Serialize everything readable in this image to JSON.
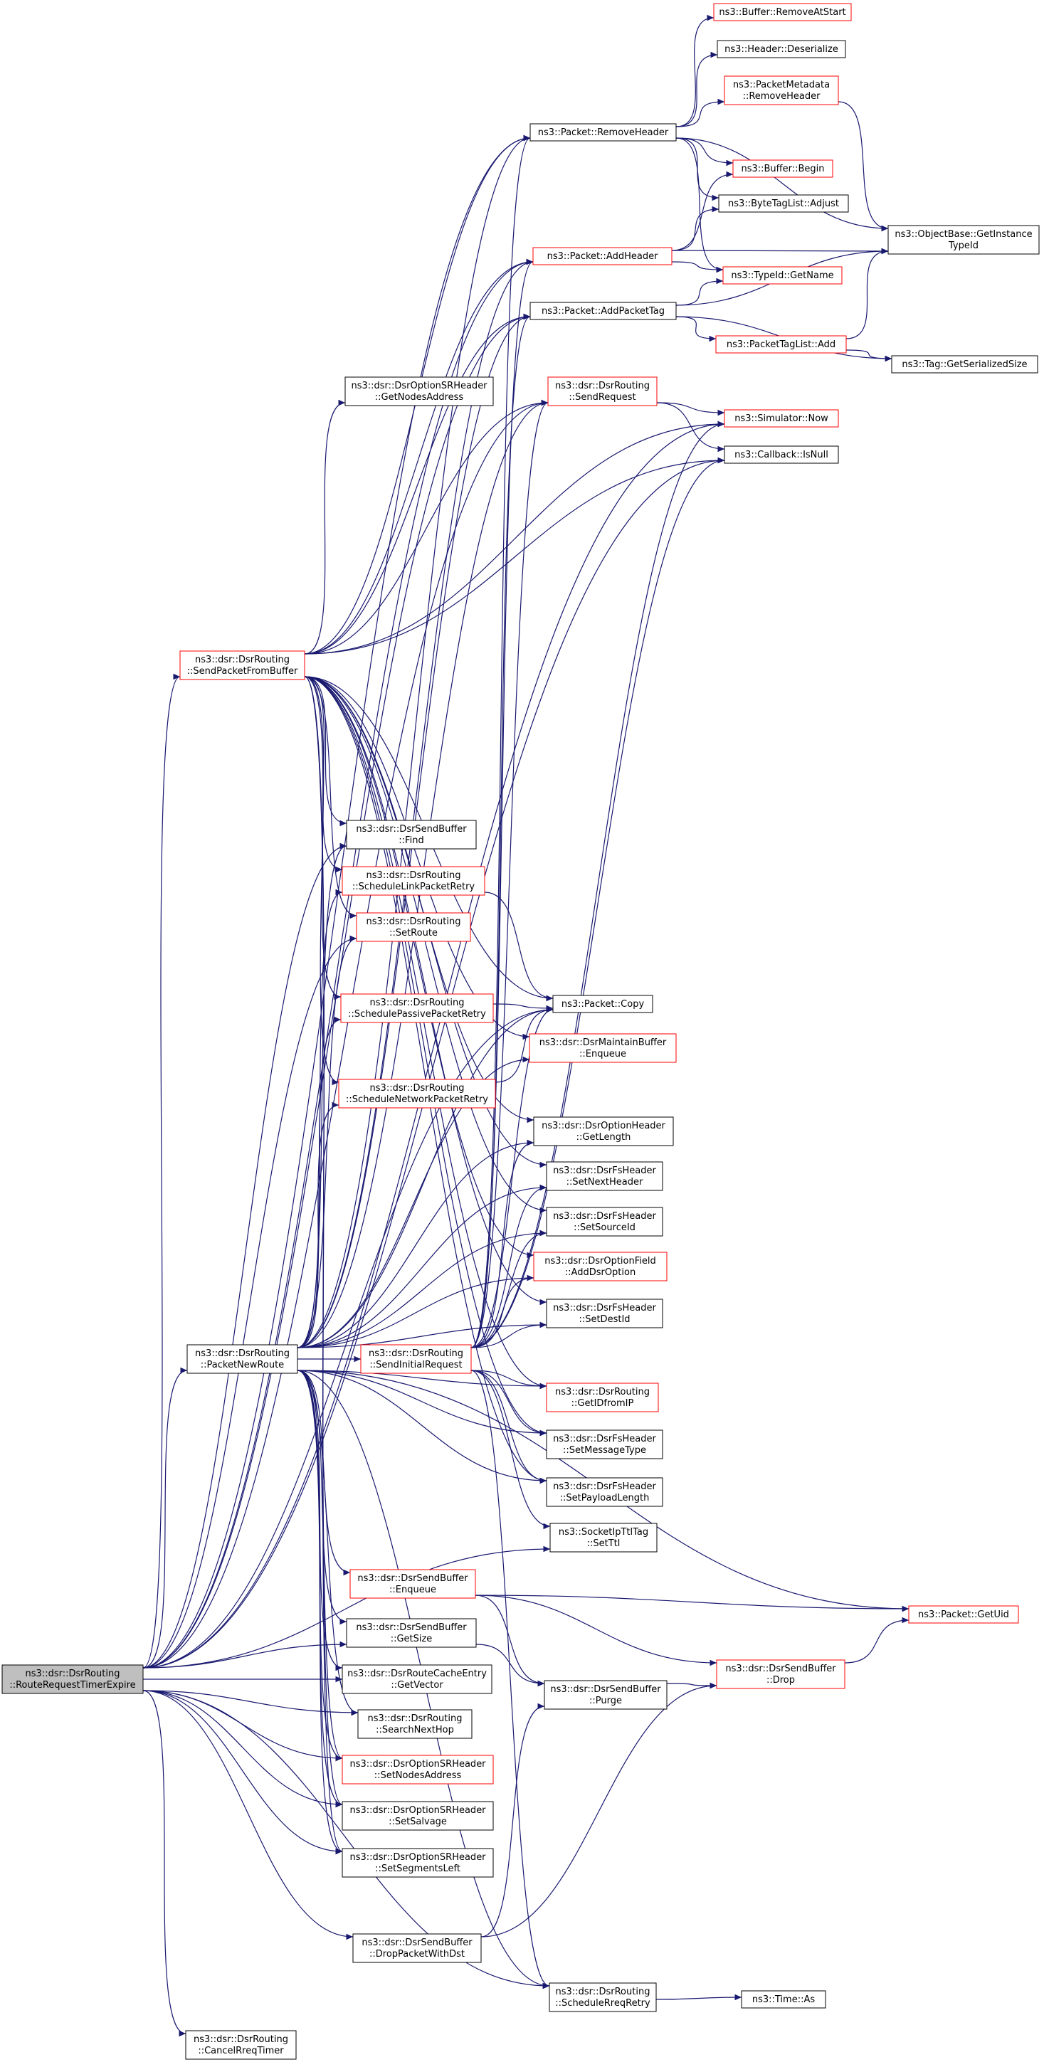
{
  "colors": {
    "edge": "#191970",
    "node_border_default": "#000000",
    "node_border_truncated": "#ff0000",
    "node_fill": "#ffffff",
    "focus_fill": "#bfbfbf"
  },
  "nodes": [
    {
      "id": "rrte",
      "lines": [
        "ns3::dsr::DsrRouting",
        "::RouteRequestTimerExpire"
      ],
      "border": "black",
      "focus": true
    },
    {
      "id": "removeAtStart",
      "lines": [
        "ns3::Buffer::RemoveAtStart"
      ],
      "border": "red"
    },
    {
      "id": "hdrDeserialize",
      "lines": [
        "ns3::Header::Deserialize"
      ],
      "border": "black"
    },
    {
      "id": "pmRemoveHeader",
      "lines": [
        "ns3::PacketMetadata",
        "::RemoveHeader"
      ],
      "border": "red"
    },
    {
      "id": "pktRemoveHeader",
      "lines": [
        "ns3::Packet::RemoveHeader"
      ],
      "border": "black"
    },
    {
      "id": "bufBegin",
      "lines": [
        "ns3::Buffer::Begin"
      ],
      "border": "red"
    },
    {
      "id": "btlAdjust",
      "lines": [
        "ns3::ByteTagList::Adjust"
      ],
      "border": "black"
    },
    {
      "id": "getInstanceTypeId",
      "lines": [
        "ns3::ObjectBase::GetInstance",
        "TypeId"
      ],
      "border": "black"
    },
    {
      "id": "pktAddHeader",
      "lines": [
        "ns3::Packet::AddHeader"
      ],
      "border": "red"
    },
    {
      "id": "typeIdGetName",
      "lines": [
        "ns3::TypeId::GetName"
      ],
      "border": "red"
    },
    {
      "id": "pktAddPacketTag",
      "lines": [
        "ns3::Packet::AddPacketTag"
      ],
      "border": "black"
    },
    {
      "id": "ptlAdd",
      "lines": [
        "ns3::PacketTagList::Add"
      ],
      "border": "red"
    },
    {
      "id": "tagGetSerSize",
      "lines": [
        "ns3::Tag::GetSerializedSize"
      ],
      "border": "black"
    },
    {
      "id": "getNodesAddress",
      "lines": [
        "ns3::dsr::DsrOptionSRHeader",
        "::GetNodesAddress"
      ],
      "border": "black"
    },
    {
      "id": "sendRequest",
      "lines": [
        "ns3::dsr::DsrRouting",
        "::SendRequest"
      ],
      "border": "red"
    },
    {
      "id": "simNow",
      "lines": [
        "ns3::Simulator::Now"
      ],
      "border": "red"
    },
    {
      "id": "cbIsNull",
      "lines": [
        "ns3::Callback::IsNull"
      ],
      "border": "black"
    },
    {
      "id": "sendPktFromBuf",
      "lines": [
        "ns3::dsr::DsrRouting",
        "::SendPacketFromBuffer"
      ],
      "border": "red"
    },
    {
      "id": "sbFind",
      "lines": [
        "ns3::dsr::DsrSendBuffer",
        "::Find"
      ],
      "border": "black"
    },
    {
      "id": "schedLinkRetry",
      "lines": [
        "ns3::dsr::DsrRouting",
        "::ScheduleLinkPacketRetry"
      ],
      "border": "red"
    },
    {
      "id": "setRoute",
      "lines": [
        "ns3::dsr::DsrRouting",
        "::SetRoute"
      ],
      "border": "red"
    },
    {
      "id": "schedPassiveRetry",
      "lines": [
        "ns3::dsr::DsrRouting",
        "::SchedulePassivePacketRetry"
      ],
      "border": "red"
    },
    {
      "id": "pktCopy",
      "lines": [
        "ns3::Packet::Copy"
      ],
      "border": "black"
    },
    {
      "id": "mbEnqueue",
      "lines": [
        "ns3::dsr::DsrMaintainBuffer",
        "::Enqueue"
      ],
      "border": "red"
    },
    {
      "id": "schedNetRetry",
      "lines": [
        "ns3::dsr::DsrRouting",
        "::ScheduleNetworkPacketRetry"
      ],
      "border": "red"
    },
    {
      "id": "ohGetLength",
      "lines": [
        "ns3::dsr::DsrOptionHeader",
        "::GetLength"
      ],
      "border": "black"
    },
    {
      "id": "fsSetNextHeader",
      "lines": [
        "ns3::dsr::DsrFsHeader",
        "::SetNextHeader"
      ],
      "border": "black"
    },
    {
      "id": "fsSetSourceId",
      "lines": [
        "ns3::dsr::DsrFsHeader",
        "::SetSourceId"
      ],
      "border": "black"
    },
    {
      "id": "ofAddDsrOption",
      "lines": [
        "ns3::dsr::DsrOptionField",
        "::AddDsrOption"
      ],
      "border": "red"
    },
    {
      "id": "fsSetDestId",
      "lines": [
        "ns3::dsr::DsrFsHeader",
        "::SetDestId"
      ],
      "border": "black"
    },
    {
      "id": "pktNewRoute",
      "lines": [
        "ns3::dsr::DsrRouting",
        "::PacketNewRoute"
      ],
      "border": "black"
    },
    {
      "id": "sendInitReq",
      "lines": [
        "ns3::dsr::DsrRouting",
        "::SendInitialRequest"
      ],
      "border": "red"
    },
    {
      "id": "getIdFromIp",
      "lines": [
        "ns3::dsr::DsrRouting",
        "::GetIDfromIP"
      ],
      "border": "red"
    },
    {
      "id": "fsSetMsgType",
      "lines": [
        "ns3::dsr::DsrFsHeader",
        "::SetMessageType"
      ],
      "border": "black"
    },
    {
      "id": "fsSetPayloadLen",
      "lines": [
        "ns3::dsr::DsrFsHeader",
        "::SetPayloadLength"
      ],
      "border": "black"
    },
    {
      "id": "sockSetTtl",
      "lines": [
        "ns3::SocketIpTtlTag",
        "::SetTtl"
      ],
      "border": "black"
    },
    {
      "id": "sbEnqueue",
      "lines": [
        "ns3::dsr::DsrSendBuffer",
        "::Enqueue"
      ],
      "border": "red"
    },
    {
      "id": "pktGetUid",
      "lines": [
        "ns3::Packet::GetUid"
      ],
      "border": "red"
    },
    {
      "id": "sbGetSize",
      "lines": [
        "ns3::dsr::DsrSendBuffer",
        "::GetSize"
      ],
      "border": "black"
    },
    {
      "id": "sbDrop",
      "lines": [
        "ns3::dsr::DsrSendBuffer",
        "::Drop"
      ],
      "border": "red"
    },
    {
      "id": "rceGetVector",
      "lines": [
        "ns3::dsr::DsrRouteCacheEntry",
        "::GetVector"
      ],
      "border": "black"
    },
    {
      "id": "sbPurge",
      "lines": [
        "ns3::dsr::DsrSendBuffer",
        "::Purge"
      ],
      "border": "black"
    },
    {
      "id": "searchNextHop",
      "lines": [
        "ns3::dsr::DsrRouting",
        "::SearchNextHop"
      ],
      "border": "black"
    },
    {
      "id": "srSetNodesAddr",
      "lines": [
        "ns3::dsr::DsrOptionSRHeader",
        "::SetNodesAddress"
      ],
      "border": "red"
    },
    {
      "id": "srSetSalvage",
      "lines": [
        "ns3::dsr::DsrOptionSRHeader",
        "::SetSalvage"
      ],
      "border": "black"
    },
    {
      "id": "srSetSegLeft",
      "lines": [
        "ns3::dsr::DsrOptionSRHeader",
        "::SetSegmentsLeft"
      ],
      "border": "black"
    },
    {
      "id": "sbDropWithDst",
      "lines": [
        "ns3::dsr::DsrSendBuffer",
        "::DropPacketWithDst"
      ],
      "border": "black"
    },
    {
      "id": "schedRreqRetry",
      "lines": [
        "ns3::dsr::DsrRouting",
        "::ScheduleRreqRetry"
      ],
      "border": "black"
    },
    {
      "id": "timeAs",
      "lines": [
        "ns3::Time::As"
      ],
      "border": "black"
    },
    {
      "id": "cancelRreqTimer",
      "lines": [
        "ns3::dsr::DsrRouting",
        "::CancelRreqTimer"
      ],
      "border": "black"
    }
  ],
  "edges": [
    [
      "rrte",
      "pktRemoveHeader"
    ],
    [
      "rrte",
      "pktAddHeader"
    ],
    [
      "rrte",
      "pktAddPacketTag"
    ],
    [
      "rrte",
      "sendRequest"
    ],
    [
      "rrte",
      "simNow"
    ],
    [
      "rrte",
      "cbIsNull"
    ],
    [
      "rrte",
      "sendPktFromBuf"
    ],
    [
      "rrte",
      "sbFind"
    ],
    [
      "rrte",
      "setRoute"
    ],
    [
      "rrte",
      "pktCopy"
    ],
    [
      "rrte",
      "pktNewRoute"
    ],
    [
      "rrte",
      "sockSetTtl"
    ],
    [
      "rrte",
      "sbGetSize"
    ],
    [
      "rrte",
      "rceGetVector"
    ],
    [
      "rrte",
      "searchNextHop"
    ],
    [
      "rrte",
      "srSetNodesAddr"
    ],
    [
      "rrte",
      "srSetSalvage"
    ],
    [
      "rrte",
      "srSetSegLeft"
    ],
    [
      "rrte",
      "sbDropWithDst"
    ],
    [
      "rrte",
      "schedRreqRetry"
    ],
    [
      "rrte",
      "cancelRreqTimer"
    ],
    [
      "pktRemoveHeader",
      "removeAtStart"
    ],
    [
      "pktRemoveHeader",
      "hdrDeserialize"
    ],
    [
      "pktRemoveHeader",
      "pmRemoveHeader"
    ],
    [
      "pktRemoveHeader",
      "bufBegin"
    ],
    [
      "pktRemoveHeader",
      "btlAdjust"
    ],
    [
      "pktRemoveHeader",
      "getInstanceTypeId"
    ],
    [
      "pktRemoveHeader",
      "typeIdGetName"
    ],
    [
      "pmRemoveHeader",
      "getInstanceTypeId"
    ],
    [
      "pktAddHeader",
      "bufBegin"
    ],
    [
      "pktAddHeader",
      "btlAdjust"
    ],
    [
      "pktAddHeader",
      "getInstanceTypeId"
    ],
    [
      "pktAddHeader",
      "typeIdGetName"
    ],
    [
      "pktAddPacketTag",
      "typeIdGetName"
    ],
    [
      "pktAddPacketTag",
      "getInstanceTypeId"
    ],
    [
      "pktAddPacketTag",
      "ptlAdd"
    ],
    [
      "pktAddPacketTag",
      "tagGetSerSize"
    ],
    [
      "ptlAdd",
      "getInstanceTypeId"
    ],
    [
      "ptlAdd",
      "tagGetSerSize"
    ],
    [
      "sendRequest",
      "simNow"
    ],
    [
      "sendRequest",
      "cbIsNull"
    ],
    [
      "sendPktFromBuf",
      "pktRemoveHeader"
    ],
    [
      "sendPktFromBuf",
      "pktAddHeader"
    ],
    [
      "sendPktFromBuf",
      "pktAddPacketTag"
    ],
    [
      "sendPktFromBuf",
      "getNodesAddress"
    ],
    [
      "sendPktFromBuf",
      "sendRequest"
    ],
    [
      "sendPktFromBuf",
      "simNow"
    ],
    [
      "sendPktFromBuf",
      "cbIsNull"
    ],
    [
      "sendPktFromBuf",
      "sbFind"
    ],
    [
      "sendPktFromBuf",
      "schedLinkRetry"
    ],
    [
      "sendPktFromBuf",
      "setRoute"
    ],
    [
      "sendPktFromBuf",
      "schedPassiveRetry"
    ],
    [
      "sendPktFromBuf",
      "pktCopy"
    ],
    [
      "sendPktFromBuf",
      "mbEnqueue"
    ],
    [
      "sendPktFromBuf",
      "schedNetRetry"
    ],
    [
      "sendPktFromBuf",
      "ohGetLength"
    ],
    [
      "sendPktFromBuf",
      "fsSetNextHeader"
    ],
    [
      "sendPktFromBuf",
      "fsSetSourceId"
    ],
    [
      "sendPktFromBuf",
      "ofAddDsrOption"
    ],
    [
      "sendPktFromBuf",
      "fsSetDestId"
    ],
    [
      "sendPktFromBuf",
      "getIdFromIp"
    ],
    [
      "sendPktFromBuf",
      "fsSetMsgType"
    ],
    [
      "sendPktFromBuf",
      "fsSetPayloadLen"
    ],
    [
      "sendPktFromBuf",
      "srSetNodesAddr"
    ],
    [
      "sendPktFromBuf",
      "srSetSalvage"
    ],
    [
      "sendPktFromBuf",
      "srSetSegLeft"
    ],
    [
      "schedLinkRetry",
      "pktCopy"
    ],
    [
      "schedPassiveRetry",
      "pktCopy"
    ],
    [
      "schedNetRetry",
      "pktCopy"
    ],
    [
      "pktNewRoute",
      "pktRemoveHeader"
    ],
    [
      "pktNewRoute",
      "pktAddHeader"
    ],
    [
      "pktNewRoute",
      "pktAddPacketTag"
    ],
    [
      "pktNewRoute",
      "sendRequest"
    ],
    [
      "pktNewRoute",
      "sbFind"
    ],
    [
      "pktNewRoute",
      "setRoute"
    ],
    [
      "pktNewRoute",
      "pktCopy"
    ],
    [
      "pktNewRoute",
      "mbEnqueue"
    ],
    [
      "pktNewRoute",
      "schedNetRetry"
    ],
    [
      "pktNewRoute",
      "ohGetLength"
    ],
    [
      "pktNewRoute",
      "fsSetNextHeader"
    ],
    [
      "pktNewRoute",
      "fsSetSourceId"
    ],
    [
      "pktNewRoute",
      "ofAddDsrOption"
    ],
    [
      "pktNewRoute",
      "fsSetDestId"
    ],
    [
      "pktNewRoute",
      "sendInitReq"
    ],
    [
      "pktNewRoute",
      "getIdFromIp"
    ],
    [
      "pktNewRoute",
      "fsSetMsgType"
    ],
    [
      "pktNewRoute",
      "fsSetPayloadLen"
    ],
    [
      "pktNewRoute",
      "sbEnqueue"
    ],
    [
      "pktNewRoute",
      "pktGetUid"
    ],
    [
      "pktNewRoute",
      "sbGetSize"
    ],
    [
      "pktNewRoute",
      "rceGetVector"
    ],
    [
      "pktNewRoute",
      "searchNextHop"
    ],
    [
      "pktNewRoute",
      "srSetNodesAddr"
    ],
    [
      "pktNewRoute",
      "srSetSalvage"
    ],
    [
      "pktNewRoute",
      "srSetSegLeft"
    ],
    [
      "pktNewRoute",
      "schedRreqRetry"
    ],
    [
      "pktNewRoute",
      "schedLinkRetry"
    ],
    [
      "pktNewRoute",
      "schedPassiveRetry"
    ],
    [
      "sendInitReq",
      "pktRemoveHeader"
    ],
    [
      "sendInitReq",
      "pktAddHeader"
    ],
    [
      "sendInitReq",
      "pktAddPacketTag"
    ],
    [
      "sendInitReq",
      "sendRequest"
    ],
    [
      "sendInitReq",
      "simNow"
    ],
    [
      "sendInitReq",
      "cbIsNull"
    ],
    [
      "sendInitReq",
      "pktCopy"
    ],
    [
      "sendInitReq",
      "ohGetLength"
    ],
    [
      "sendInitReq",
      "fsSetNextHeader"
    ],
    [
      "sendInitReq",
      "fsSetSourceId"
    ],
    [
      "sendInitReq",
      "ofAddDsrOption"
    ],
    [
      "sendInitReq",
      "fsSetDestId"
    ],
    [
      "sendInitReq",
      "getIdFromIp"
    ],
    [
      "sendInitReq",
      "fsSetMsgType"
    ],
    [
      "sendInitReq",
      "fsSetPayloadLen"
    ],
    [
      "sendInitReq",
      "sockSetTtl"
    ],
    [
      "sendInitReq",
      "schedRreqRetry"
    ],
    [
      "sbEnqueue",
      "pktGetUid"
    ],
    [
      "sbEnqueue",
      "sbPurge"
    ],
    [
      "sbEnqueue",
      "sbDrop"
    ],
    [
      "sbGetSize",
      "sbPurge"
    ],
    [
      "sbPurge",
      "sbDrop"
    ],
    [
      "sbDrop",
      "pktGetUid"
    ],
    [
      "sbDropWithDst",
      "sbPurge"
    ],
    [
      "sbDropWithDst",
      "sbDrop"
    ],
    [
      "schedRreqRetry",
      "timeAs"
    ]
  ]
}
